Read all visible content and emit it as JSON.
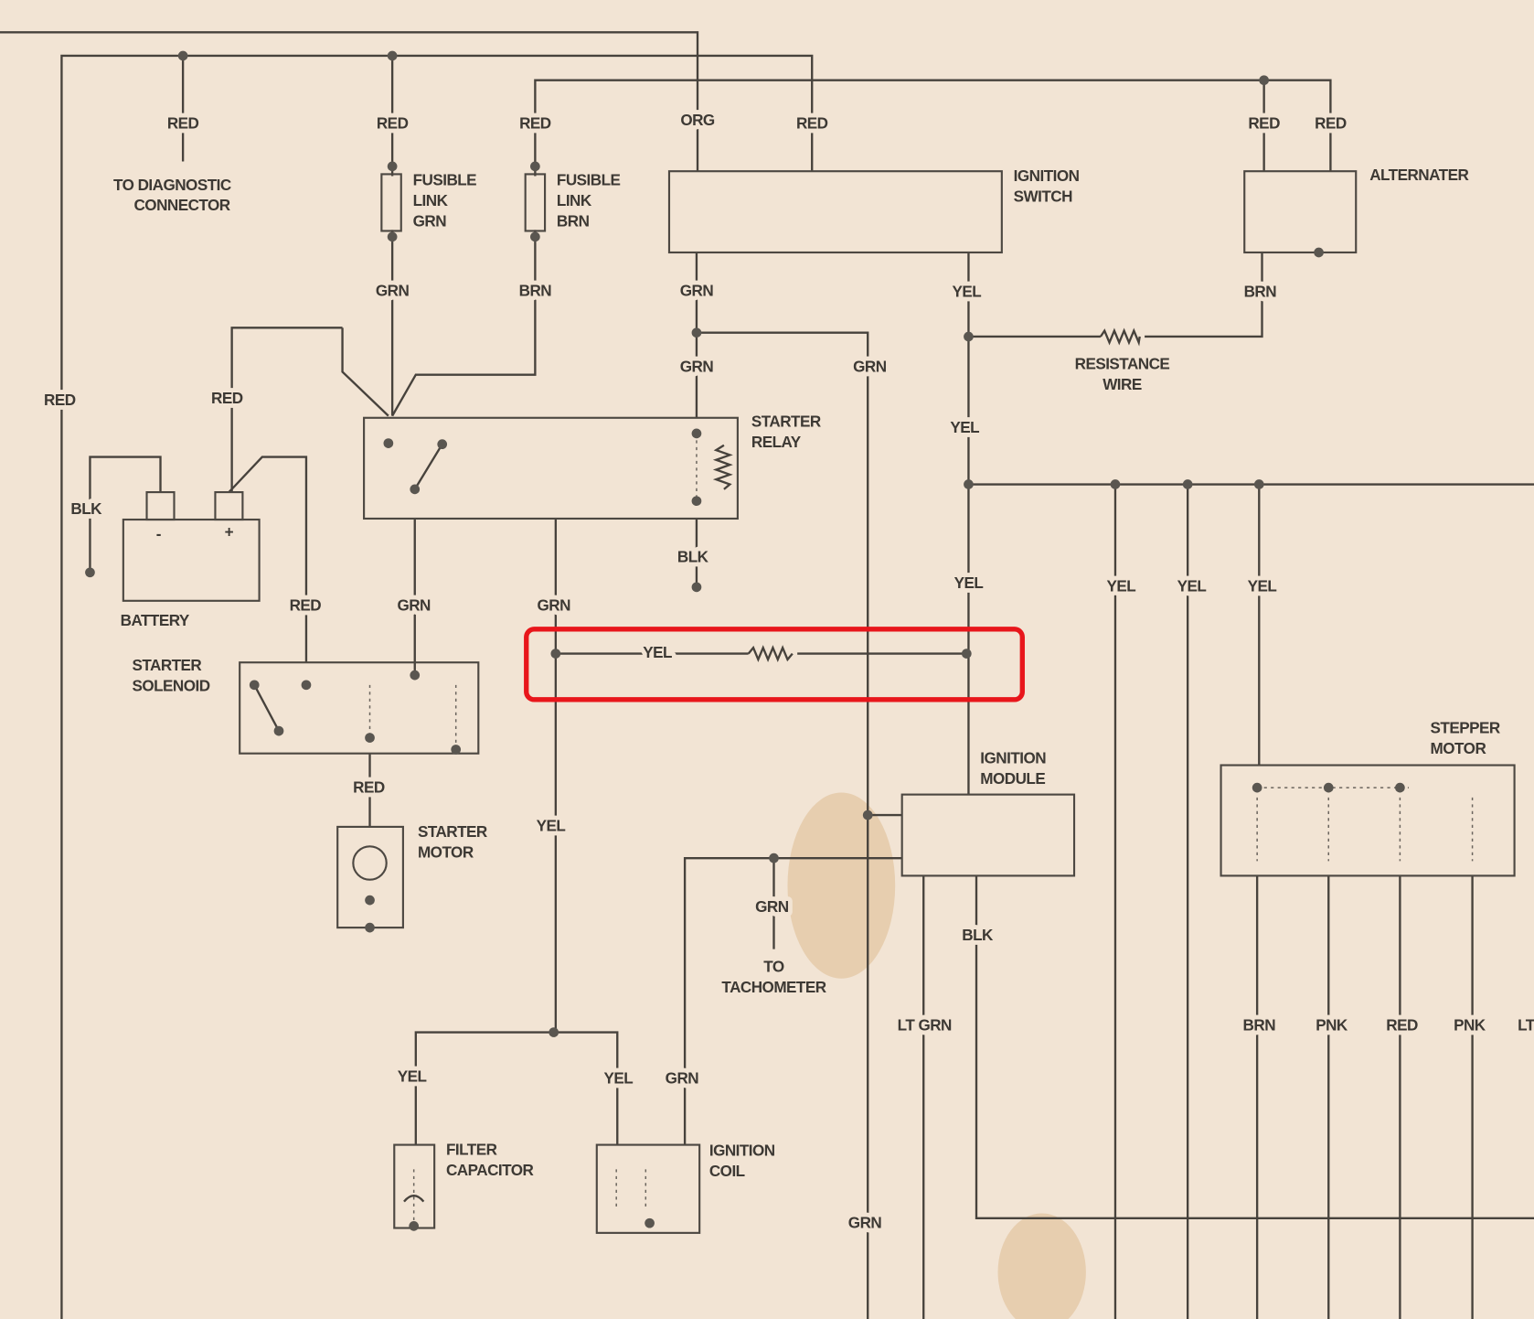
{
  "diagram": {
    "wire_labels": [
      "RED",
      "RED",
      "RED",
      "ORG",
      "RED",
      "RED",
      "RED",
      "GRN",
      "BRN",
      "GRN",
      "YEL",
      "BRN",
      "GRN",
      "GRN",
      "RED",
      "RED",
      "YEL",
      "BLK",
      "BLK",
      "RED",
      "GRN",
      "GRN",
      "YEL",
      "YEL",
      "YEL",
      "YEL",
      "YEL",
      "RED",
      "YEL",
      "GRN",
      "BLK",
      "LT GRN",
      "BRN",
      "PNK",
      "RED",
      "PNK",
      "LT",
      "YEL",
      "YEL",
      "GRN",
      "GRN"
    ],
    "components": {
      "diagnostic": [
        "TO DIAGNOSTIC",
        "CONNECTOR"
      ],
      "fusible_grn": [
        "FUSIBLE",
        "LINK",
        "GRN"
      ],
      "fusible_brn": [
        "FUSIBLE",
        "LINK",
        "BRN"
      ],
      "ignition_switch": [
        "IGNITION",
        "SWITCH"
      ],
      "alternator": [
        "ALTERNATER"
      ],
      "resistance_wire": [
        "RESISTANCE",
        "WIRE"
      ],
      "starter_relay": [
        "STARTER",
        "RELAY"
      ],
      "battery": [
        "BATTERY"
      ],
      "battery_terminals": [
        "-",
        "+"
      ],
      "starter_solenoid": [
        "STARTER",
        "SOLENOID"
      ],
      "starter_motor": [
        "STARTER",
        "MOTOR"
      ],
      "ignition_module": [
        "IGNITION",
        "MODULE"
      ],
      "stepper_motor": [
        "STEPPER",
        "MOTOR"
      ],
      "tachometer": [
        "TO",
        "TACHOMETER"
      ],
      "filter_capacitor": [
        "FILTER",
        "CAPACITOR"
      ],
      "ignition_coil": [
        "IGNITION",
        "COIL"
      ]
    },
    "highlight_color": "#e8161b",
    "paper_color": "#f2e4d4",
    "ink_color": "#47423c"
  }
}
